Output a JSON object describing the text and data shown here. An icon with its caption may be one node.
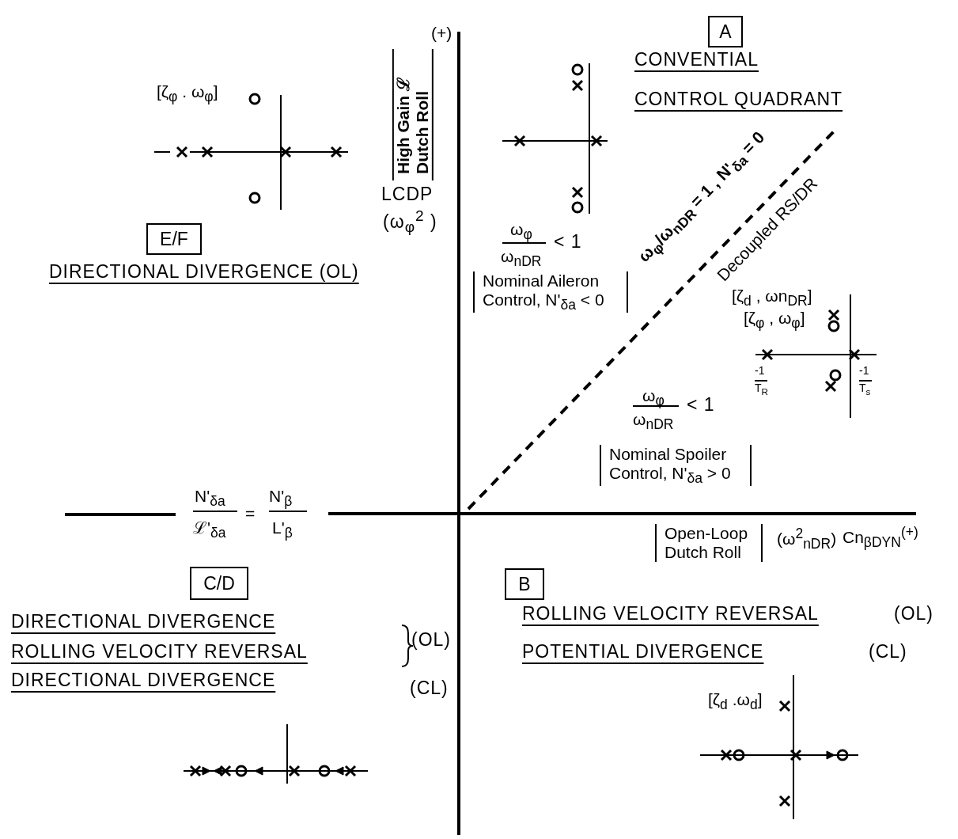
{
  "diagram": {
    "nodes": [
      {
        "text": [
          "A"
        ]
      },
      {
        "text": [
          "E/F"
        ]
      },
      {
        "text": [
          "C/D"
        ]
      },
      {
        "text": [
          "B"
        ]
      }
    ],
    "labels": [
      "(+)",
      "High Gain ℒ Dutch Roll",
      "LCDP",
      "(ω$_{φ}$$^{2}$ )",
      "CONVENTIAL",
      "CONTROL QUADRANT",
      "[ζ$_{φ}$ . ω$_{φ}$]",
      "ω$_{φ}$/ω$_{nDR}$ = 1 , N'$_{δa}$ = 0",
      "Decoupled RS/DR",
      "ω$_{φ}$",
      "ω$_{nDR}$",
      "< 1",
      "DIRECTIONAL DIVERGENCE (OL)",
      "Nominal Aileron Control, N'$_{δa}$ < 0",
      "[ζ$_{d}$ , ωn$_{DR}$]",
      "[ζ$_{φ}$ , ω$_{φ}$]",
      "-1",
      "T$_{R}$",
      "-1",
      "T$_{s}$",
      "ω$_{φ}$",
      "ω$_{nDR}$",
      "< 1",
      "Nominal Spoiler Control, N'$_{δa}$ > 0",
      "N'$_{δa}$",
      "ℒ'$_{δa}$",
      "=",
      "N'$_{β}$",
      "L'$_{β}$",
      "Open-Loop Dutch Roll",
      "(ω$^{2}$$_{nDR}$)",
      "Cn$_{βDYN}$$^{(+)}$",
      "DIRECTIONAL DIVERGENCE",
      "ROLLING VELOCITY REVERSAL",
      "DIRECTIONAL DIVERGENCE",
      "(OL)",
      "(CL)",
      "ROLLING VELOCITY REVERSAL",
      "(OL)",
      "POTENTIAL DIVERGENCE",
      "(CL)",
      "[ζ$_{d}$ .ω$_{d}$]"
    ]
  }
}
